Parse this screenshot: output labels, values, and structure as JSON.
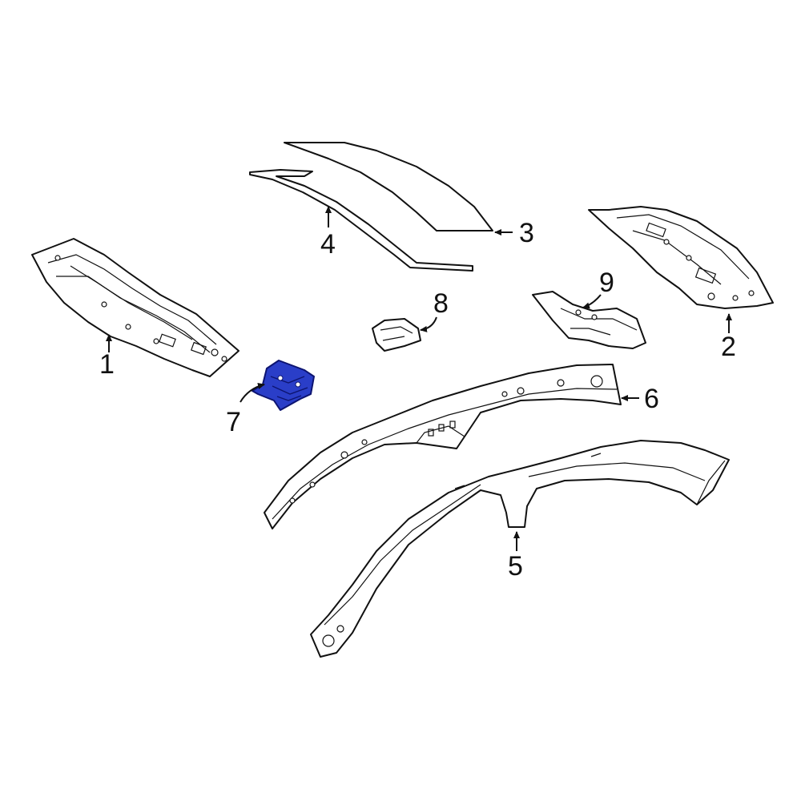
{
  "diagram": {
    "highlight_color": "#2a3ec8",
    "callouts": [
      {
        "id": "1",
        "label": "1"
      },
      {
        "id": "2",
        "label": "2"
      },
      {
        "id": "3",
        "label": "3"
      },
      {
        "id": "4",
        "label": "4"
      },
      {
        "id": "5",
        "label": "5"
      },
      {
        "id": "6",
        "label": "6"
      },
      {
        "id": "7",
        "label": "7",
        "highlighted": true
      },
      {
        "id": "8",
        "label": "8"
      },
      {
        "id": "9",
        "label": "9"
      }
    ]
  }
}
